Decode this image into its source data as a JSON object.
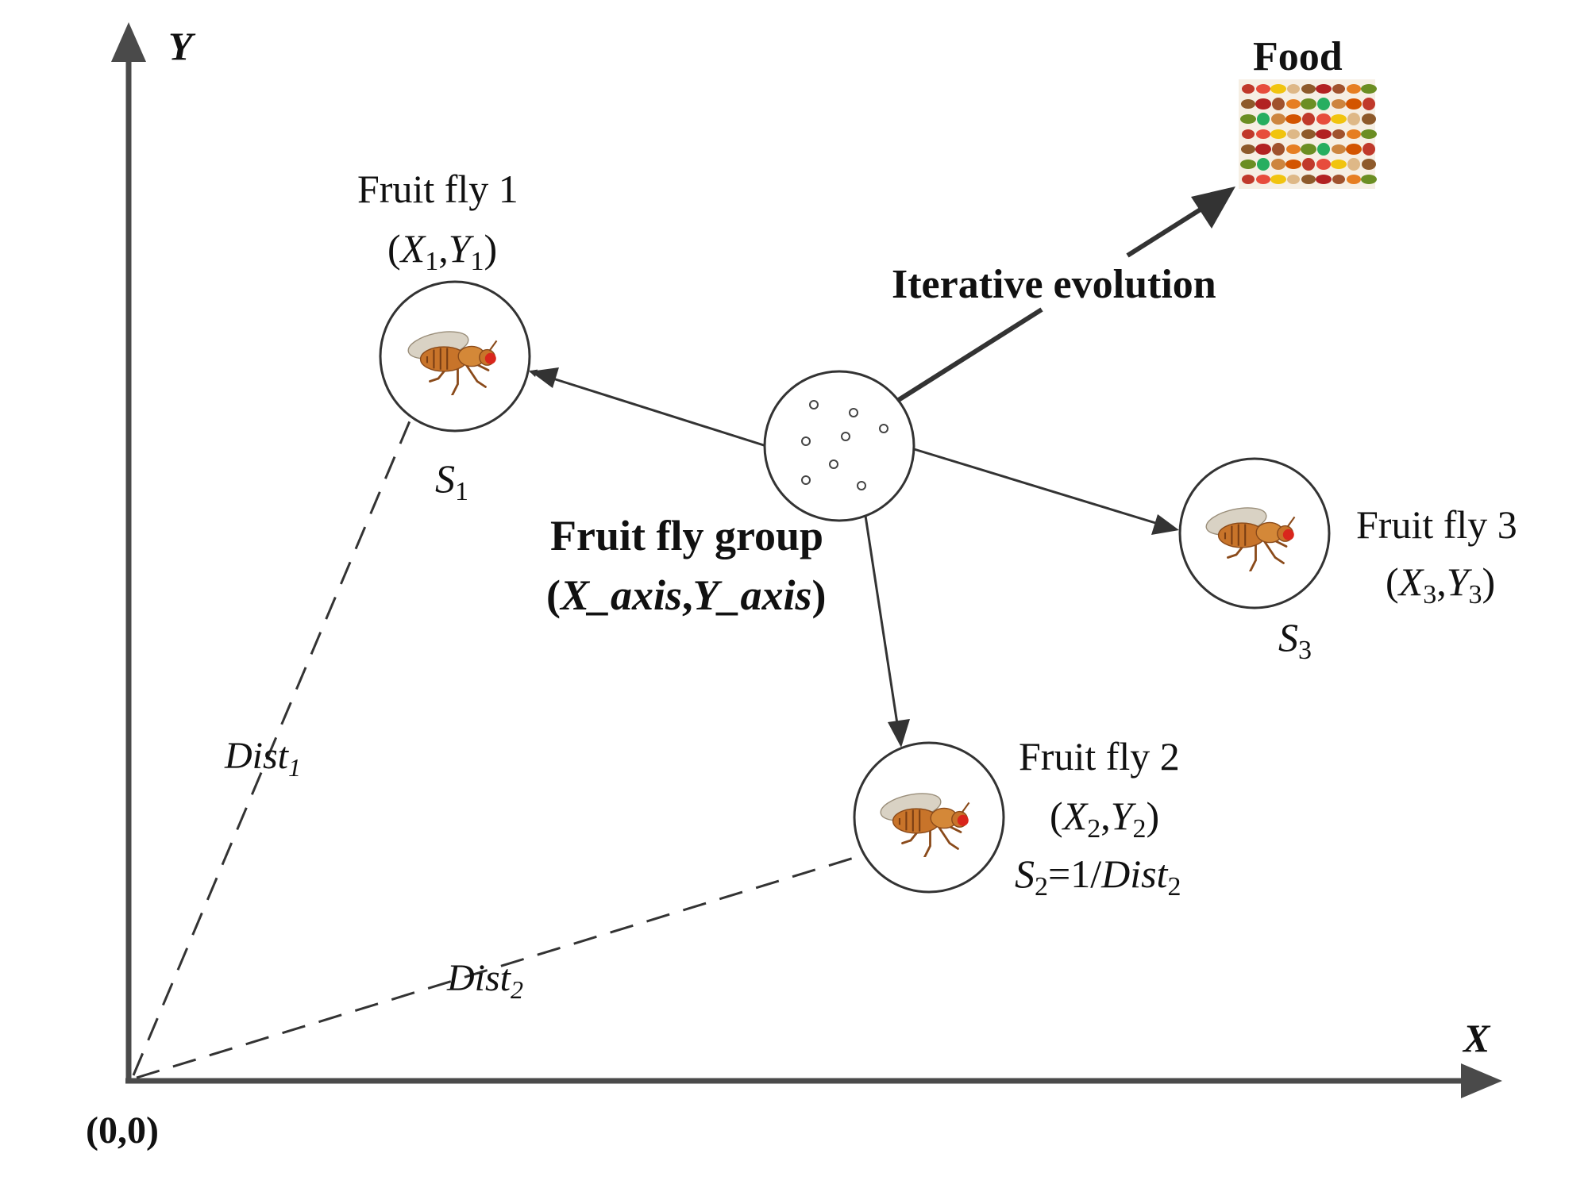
{
  "axes": {
    "y_label": "Y",
    "x_label": "X",
    "origin_label": "(0,0)"
  },
  "food": {
    "label": "Food"
  },
  "evolution": {
    "label": "Iterative evolution"
  },
  "group": {
    "title": "Fruit fly group",
    "coord_open": "(",
    "coord_x": "X_axis",
    "coord_comma": ",",
    "coord_y": "Y_axis",
    "coord_close": ")"
  },
  "fly1": {
    "title": "Fruit fly 1",
    "c_open": "(",
    "x": "X",
    "x_sub": "1",
    "comma": ",",
    "y": "Y",
    "y_sub": "1",
    "c_close": ")",
    "s": "S",
    "s_sub": "1"
  },
  "fly2": {
    "title": "Fruit fly 2",
    "c_open": "(",
    "x": "X",
    "x_sub": "2",
    "comma": ",",
    "y": "Y",
    "y_sub": "2",
    "c_close": ")",
    "s": "S",
    "s_sub": "2",
    "s_eq": "=1/",
    "s_dist": "Dist",
    "s_dist_sub": "2"
  },
  "fly3": {
    "title": "Fruit fly 3",
    "c_open": "(",
    "x": "X",
    "x_sub": "3",
    "comma": ",",
    "y": "Y",
    "y_sub": "3",
    "c_close": ")",
    "s": "S",
    "s_sub": "3"
  },
  "dist1": {
    "label": "Dist",
    "sub": "1"
  },
  "dist2": {
    "label": "Dist",
    "sub": "2"
  },
  "colors": {
    "axis": "#4a4a4a",
    "arrow": "#333333",
    "text": "#111111",
    "fly_body": "#c8742a",
    "fly_eye": "#d9261c",
    "fly_wing": "#d9d2c4"
  }
}
